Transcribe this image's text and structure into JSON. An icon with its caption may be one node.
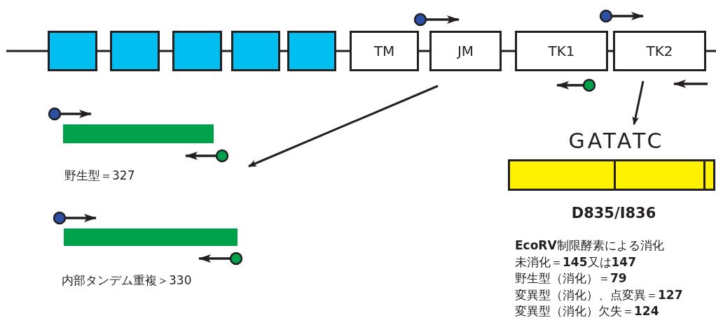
{
  "diagram": {
    "nodes": [
      {
        "text": [],
        "shape": "box"
      },
      {
        "text": [],
        "shape": "box"
      },
      {
        "text": [],
        "shape": "box"
      },
      {
        "text": [],
        "shape": "box"
      },
      {
        "text": [],
        "shape": "box"
      },
      {
        "text": [
          "TM"
        ]
      },
      {
        "text": [
          "JM"
        ]
      },
      {
        "text": [
          "TK1"
        ]
      },
      {
        "text": [
          "TK2"
        ]
      },
      {
        "text": [],
        "shape": "bar",
        "beside": [
          "野生型＝327"
        ]
      },
      {
        "text": [],
        "shape": "bar",
        "beside": [
          "内部タンデム重複＞330"
        ]
      },
      {
        "text": [
          "GATATC"
        ]
      },
      {
        "text": [],
        "shape": "bar",
        "beside": [
          "D835/I836"
        ]
      }
    ],
    "edges": [
      {
        "from": null,
        "to": 0,
        "arrow": "none"
      },
      {
        "from": 0,
        "to": 1,
        "arrow": "none"
      },
      {
        "from": 1,
        "to": 2,
        "arrow": "none"
      },
      {
        "from": 2,
        "to": 3,
        "arrow": "none"
      },
      {
        "from": 3,
        "to": 4,
        "arrow": "none"
      },
      {
        "from": 4,
        "to": 5,
        "arrow": "none"
      },
      {
        "from": 5,
        "to": 6,
        "arrow": "none"
      },
      {
        "from": 6,
        "to": 7,
        "arrow": "none"
      },
      {
        "from": 7,
        "to": 8,
        "arrow": "none"
      },
      {
        "from": 8,
        "to": null,
        "arrow": "none"
      },
      {
        "from": 6,
        "to": null,
        "arrow": "to"
      },
      {
        "from": 8,
        "to": 11,
        "arrow": "to"
      }
    ],
    "labels": [
      "**EcoRV**制限酵素による消化",
      "未消化＝**145**又は**147**",
      "野生型（消化）＝**79**",
      "変異型（消化）、点変異＝**127**",
      "変異型（消化）欠失＝**124**"
    ]
  }
}
